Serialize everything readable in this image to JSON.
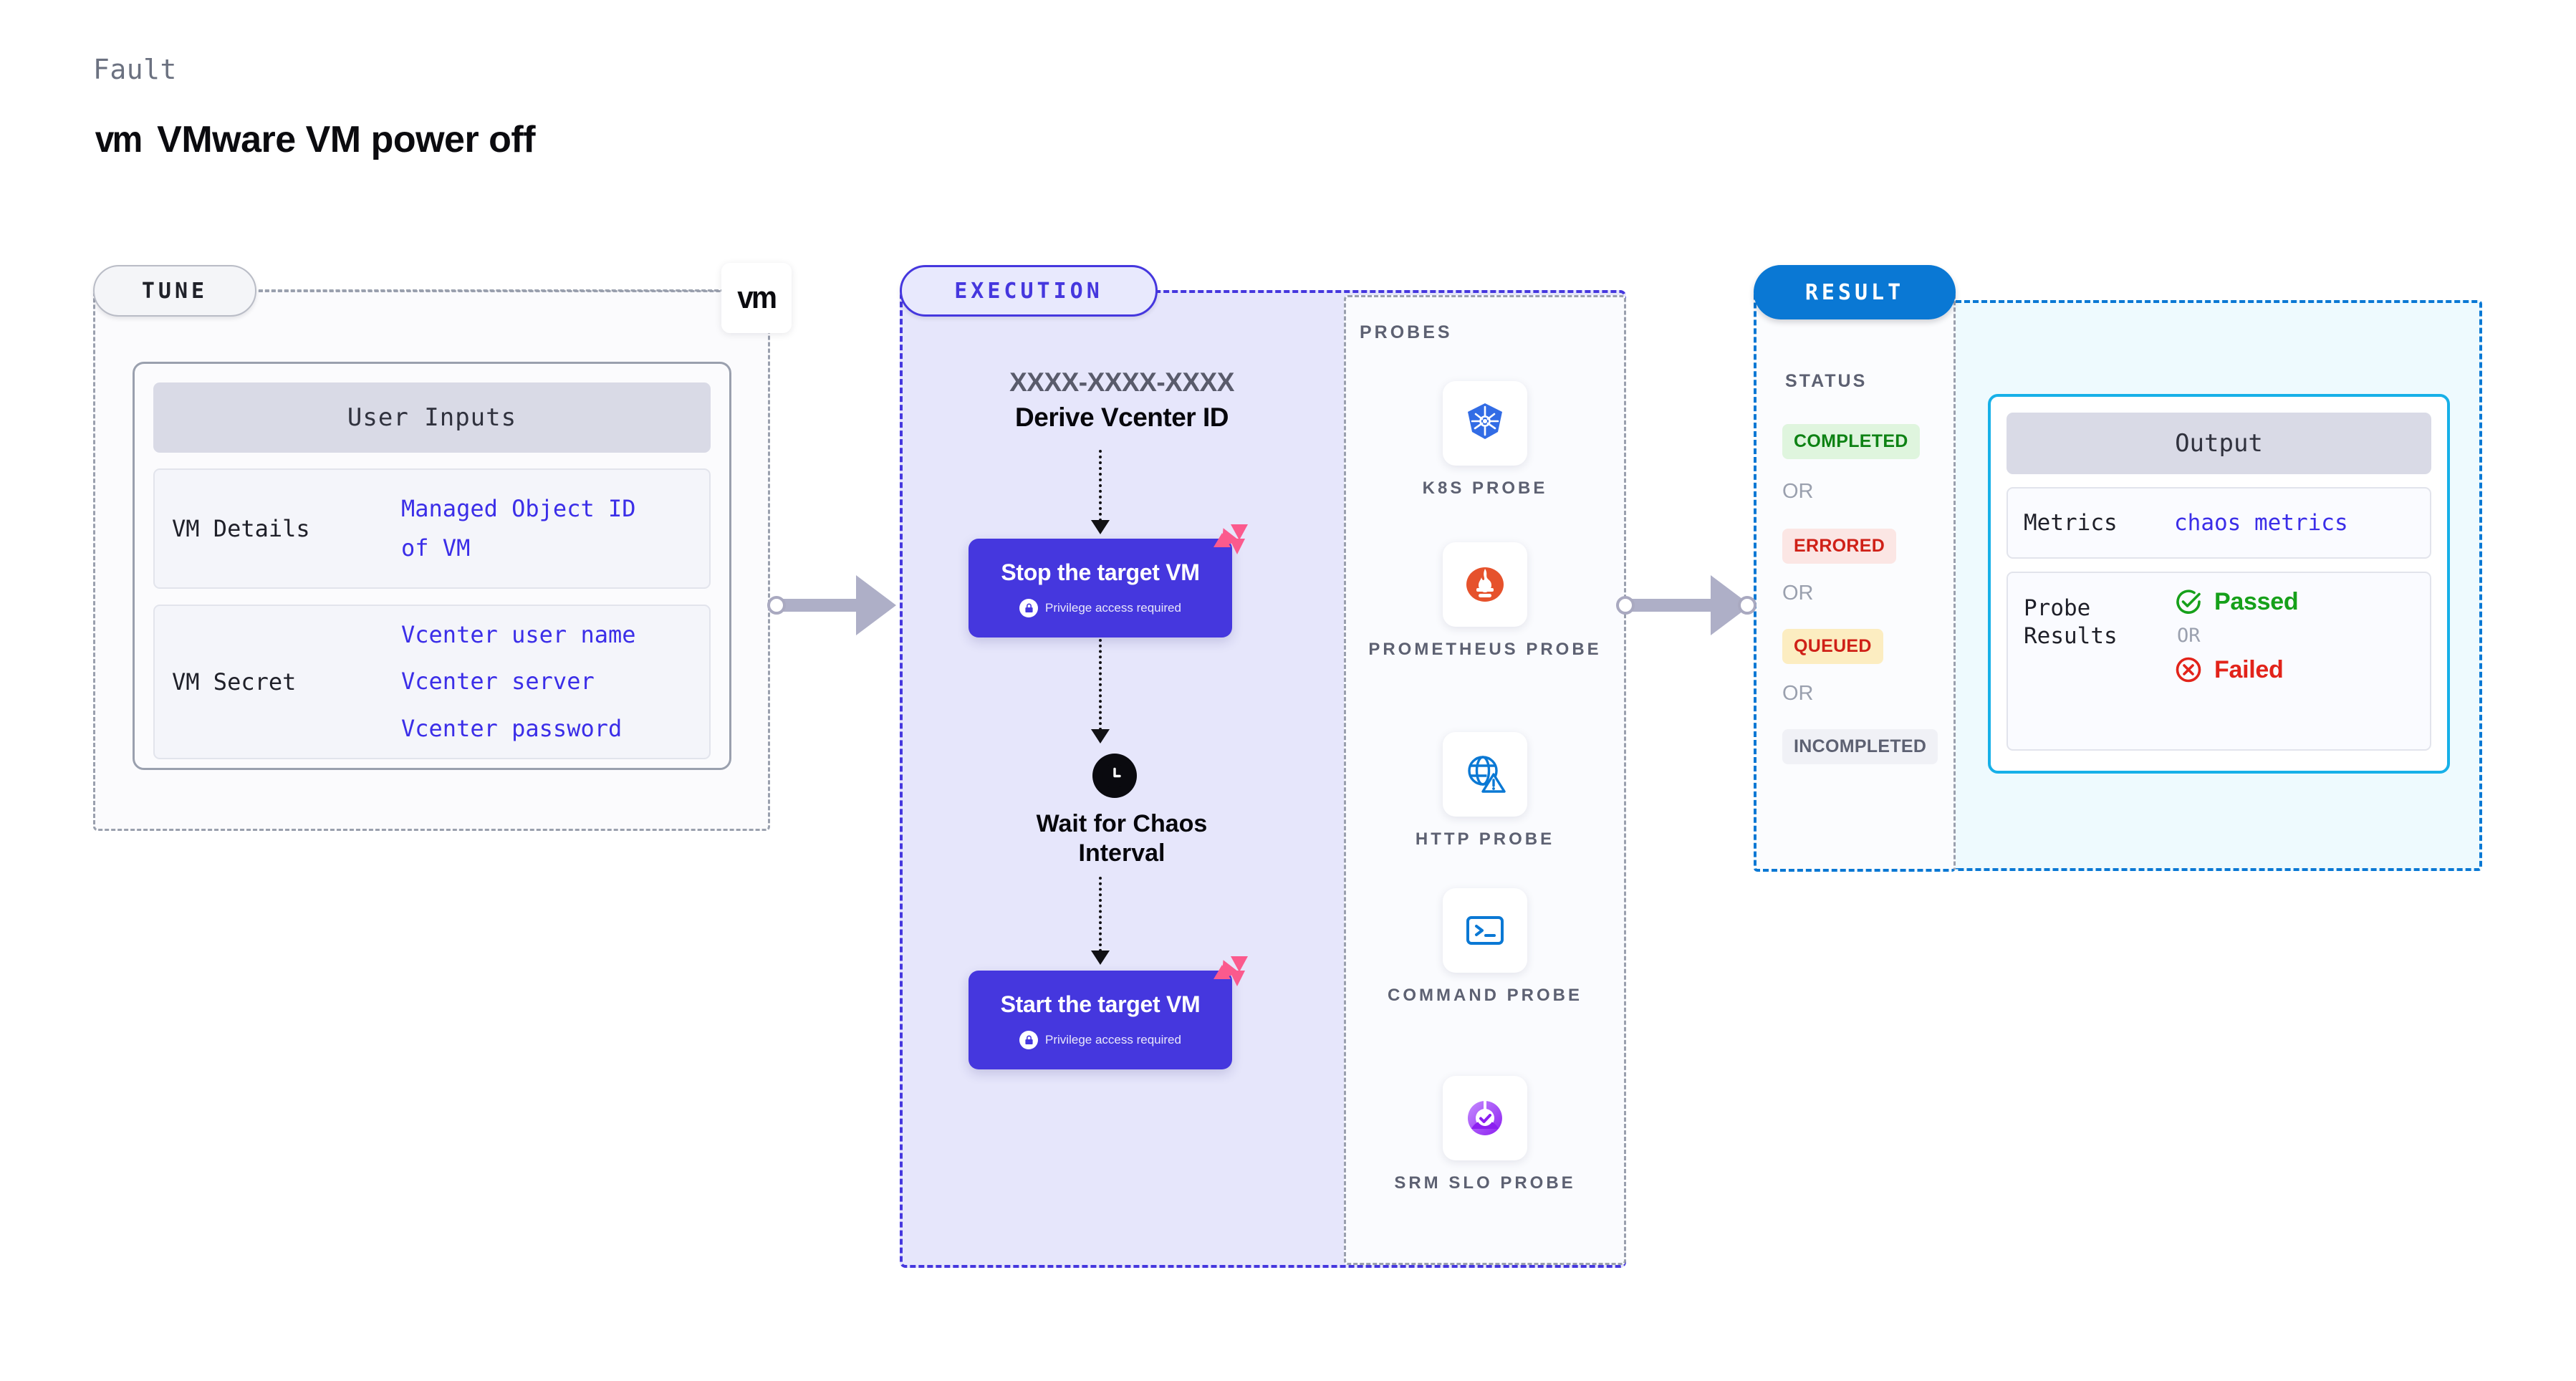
{
  "header": {
    "eyebrow": "Fault",
    "logo_text": "vm",
    "title": "VMware VM power off"
  },
  "tune": {
    "badge": "TUNE",
    "logo_text": "vm",
    "card_title": "User Inputs",
    "rows": [
      {
        "label": "VM Details",
        "values": [
          "Managed Object ID",
          "of VM"
        ]
      },
      {
        "label": "VM Secret",
        "values": [
          "Vcenter user name",
          "Vcenter server",
          "Vcenter password"
        ]
      }
    ]
  },
  "execution": {
    "badge": "EXECUTION",
    "derive_id": "XXXX-XXXX-XXXX",
    "derive_label": "Derive Vcenter ID",
    "steps": [
      {
        "title": "Stop the target VM",
        "privilege": "Privilege access required"
      },
      {
        "title": "Start the target VM",
        "privilege": "Privilege access required"
      }
    ],
    "wait": {
      "label_line1": "Wait for Chaos",
      "label_line2": "Interval"
    },
    "probes": {
      "title": "PROBES",
      "items": [
        {
          "name": "K8S PROBE",
          "icon": "kubernetes-icon"
        },
        {
          "name": "PROMETHEUS PROBE",
          "icon": "prometheus-icon"
        },
        {
          "name": "HTTP PROBE",
          "icon": "http-globe-warning-icon"
        },
        {
          "name": "COMMAND PROBE",
          "icon": "terminal-icon"
        },
        {
          "name": "SRM SLO PROBE",
          "icon": "srm-slo-icon"
        }
      ]
    }
  },
  "result": {
    "badge": "RESULT",
    "status_title": "STATUS",
    "or_label": "OR",
    "statuses": [
      {
        "label": "COMPLETED",
        "color": "#0e8214",
        "bg": "#dff5de"
      },
      {
        "label": "ERRORED",
        "color": "#cf2017",
        "bg": "#fbe6e4"
      },
      {
        "label": "QUEUED",
        "color": "#cf2017",
        "bg": "#fcedc1"
      },
      {
        "label": "INCOMPLETED",
        "color": "#5d6172",
        "bg": "#f0f1f6"
      }
    ]
  },
  "output": {
    "card_title": "Output",
    "metrics_label": "Metrics",
    "metrics_value": "chaos metrics",
    "probe_results_label": "Probe Results",
    "passed_label": "Passed",
    "or_label": "OR",
    "failed_label": "Failed"
  },
  "colors": {
    "execution_purple": "#4537de",
    "result_blue": "#0a78d4",
    "output_cyan": "#17b0e8",
    "litmus_pink": "#fb5a8d",
    "link_blue": "#3b2ee8"
  }
}
